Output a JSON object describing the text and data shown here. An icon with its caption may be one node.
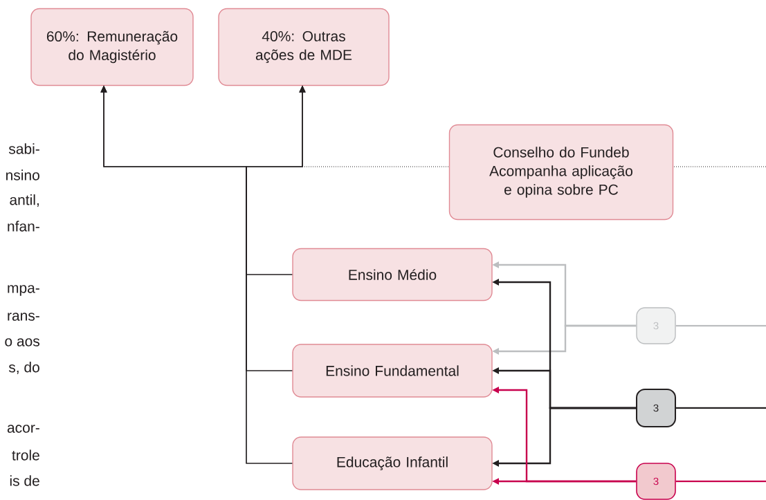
{
  "diagram": {
    "nodes": [
      {
        "text": [
          "60%: Remuneração do Magistério"
        ]
      },
      {
        "text": [
          "40%: Outras ações de MDE"
        ]
      },
      {
        "text": [
          "Conselho do Fundeb Acompanha aplicação e opina sobre PC"
        ]
      },
      {
        "text": [
          "Ensino Médio"
        ]
      },
      {
        "text": [
          "Ensino Fundamental"
        ]
      },
      {
        "text": [
          "Educação Infantil"
        ]
      },
      {
        "text": [
          "3"
        ]
      },
      {
        "text": [
          "3"
        ]
      },
      {
        "text": [
          "3"
        ]
      }
    ],
    "edges": [
      {
        "from": 3,
        "to": 0,
        "arrow": "to"
      },
      {
        "from": 3,
        "to": 1,
        "arrow": "to"
      },
      {
        "from": 4,
        "to": 0,
        "arrow": "to"
      },
      {
        "from": 4,
        "to": 1,
        "arrow": "to"
      },
      {
        "from": 5,
        "to": 0,
        "arrow": "to"
      },
      {
        "from": 5,
        "to": 1,
        "arrow": "to"
      },
      {
        "from": 6,
        "to": 3,
        "arrow": "to",
        "color": "#bcbec0"
      },
      {
        "from": 6,
        "to": 4,
        "arrow": "to",
        "color": "#bcbec0"
      },
      {
        "from": 6,
        "to": null,
        "arrow": "none",
        "color": "#bcbec0"
      },
      {
        "from": 7,
        "to": 3,
        "arrow": "to"
      },
      {
        "from": 7,
        "to": 4,
        "arrow": "to"
      },
      {
        "from": 7,
        "to": 5,
        "arrow": "to"
      },
      {
        "from": 7,
        "to": null,
        "arrow": "none"
      },
      {
        "from": 8,
        "to": 4,
        "arrow": "to",
        "color": "#c8004d"
      },
      {
        "from": 8,
        "to": 5,
        "arrow": "to",
        "color": "#c8004d"
      },
      {
        "from": 8,
        "to": null,
        "arrow": "none",
        "color": "#c8004d"
      }
    ],
    "labels": [
      "sabi-",
      "nsino",
      "antil,",
      "nfan-",
      "mpa-",
      "rans-",
      "o aos",
      "s, do",
      "acor-",
      "trole",
      "is de"
    ]
  }
}
